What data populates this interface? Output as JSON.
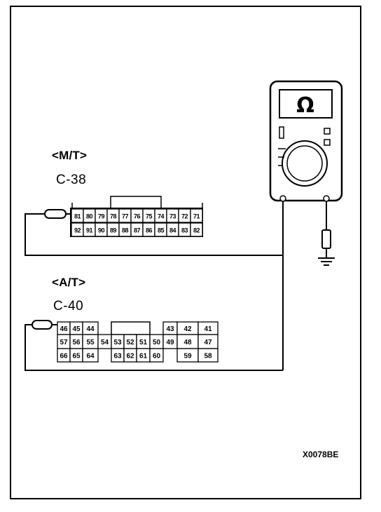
{
  "mt": {
    "label": "<M/T>",
    "connector": "C-38",
    "row1": [
      "81",
      "80",
      "79",
      "78",
      "77",
      "76",
      "75",
      "74",
      "73",
      "72",
      "71"
    ],
    "row2": [
      "92",
      "91",
      "90",
      "89",
      "88",
      "87",
      "86",
      "85",
      "84",
      "83",
      "82"
    ]
  },
  "at": {
    "label": "<A/T>",
    "connector": "C-40",
    "row1": [
      "46",
      "45",
      "44",
      "",
      "",
      "",
      "",
      "",
      "43",
      "42",
      "41"
    ],
    "row2": [
      "57",
      "56",
      "55",
      "54",
      "53",
      "52",
      "51",
      "50",
      "49",
      "48",
      "47"
    ],
    "row3": [
      "66",
      "65",
      "64",
      "",
      "63",
      "62",
      "61",
      "60",
      "",
      "59",
      "58"
    ]
  },
  "meter": {
    "display": "Ω"
  },
  "reference": "X0078BE",
  "icons": [
    "multimeter-icon",
    "ground-icon",
    "probe-icon"
  ]
}
